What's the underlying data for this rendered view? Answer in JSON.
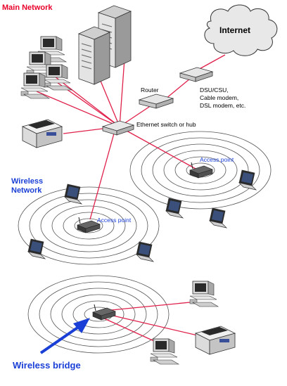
{
  "labels": {
    "main_network": "Main Network",
    "internet": "Internet",
    "router": "Router",
    "dsu_line1": "DSU/CSU,",
    "dsu_line2": "Cable modem,",
    "dsu_line3": "DSL modem, etc.",
    "switch": "Ethernet switch or hub",
    "access_point_1": "Access point",
    "access_point_2": "Access point",
    "wireless_line1": "Wireless",
    "wireless_line2": "Network",
    "wireless_bridge": "Wireless bridge"
  },
  "colors": {
    "main_network_label": "#e8002a",
    "wireless_label": "#1a3fd6",
    "bridge_label": "#1a3fd6",
    "cable": "#e0204a",
    "access_point_label": "#1a3fd6",
    "ring": "#555555"
  }
}
